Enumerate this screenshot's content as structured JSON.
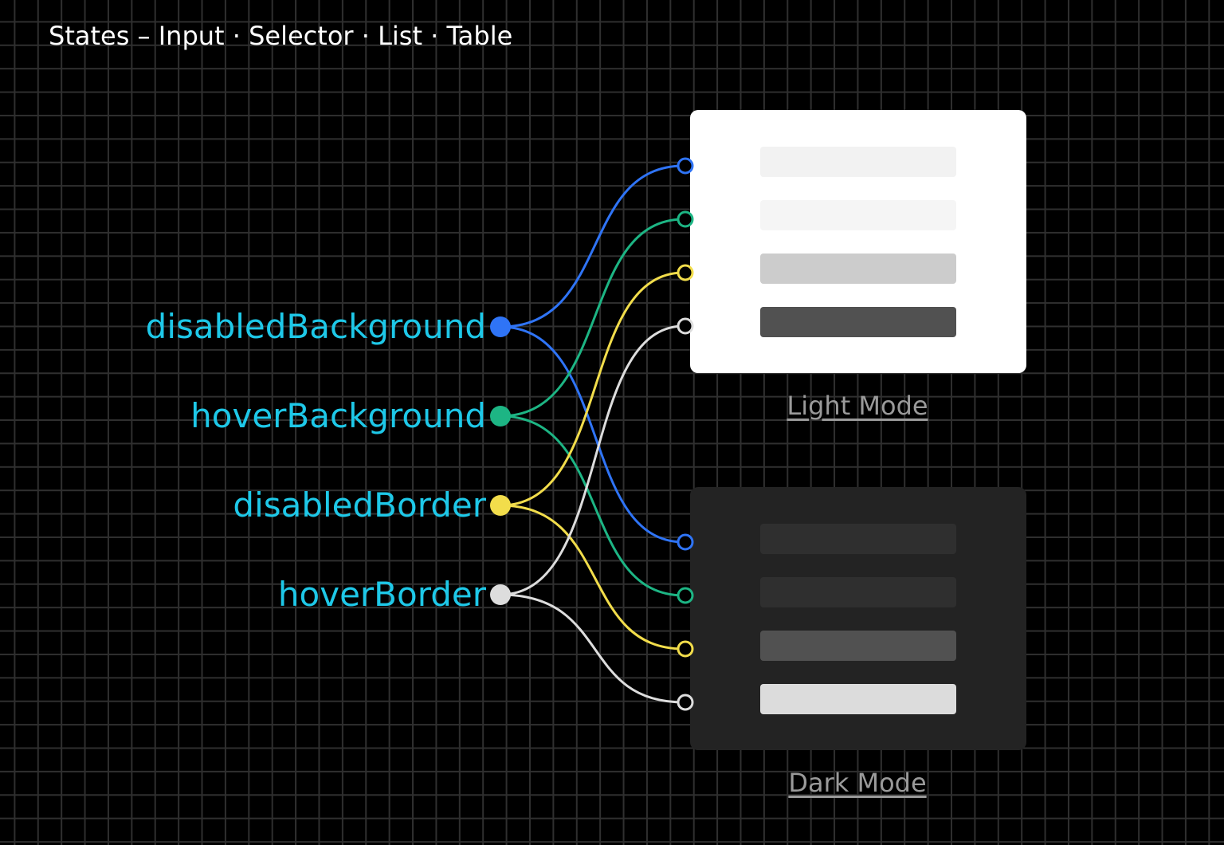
{
  "title": {
    "parts": [
      "States",
      "Input",
      "Selector",
      "List",
      "Table"
    ],
    "dash": "–",
    "sep": "·"
  },
  "tokens": [
    {
      "id": "disabled-background",
      "label": "disabledBackground",
      "color": "#2f74f6"
    },
    {
      "id": "hover-background",
      "label": "hoverBackground",
      "color": "#1db584"
    },
    {
      "id": "disabled-border",
      "label": "disabledBorder",
      "color": "#f2dd4b"
    },
    {
      "id": "hover-border",
      "label": "hoverBorder",
      "color": "#dddddd"
    }
  ],
  "modes": [
    {
      "id": "light",
      "label": "Light Mode",
      "background": "#ffffff",
      "swatches": [
        "#f2f2f2",
        "#f5f5f5",
        "#cccccc",
        "#515151"
      ]
    },
    {
      "id": "dark",
      "label": "Dark Mode",
      "background": "#232323",
      "swatches": [
        "#2f2f2f",
        "#2f2f2f",
        "#515151",
        "#dcdcdc"
      ]
    }
  ]
}
